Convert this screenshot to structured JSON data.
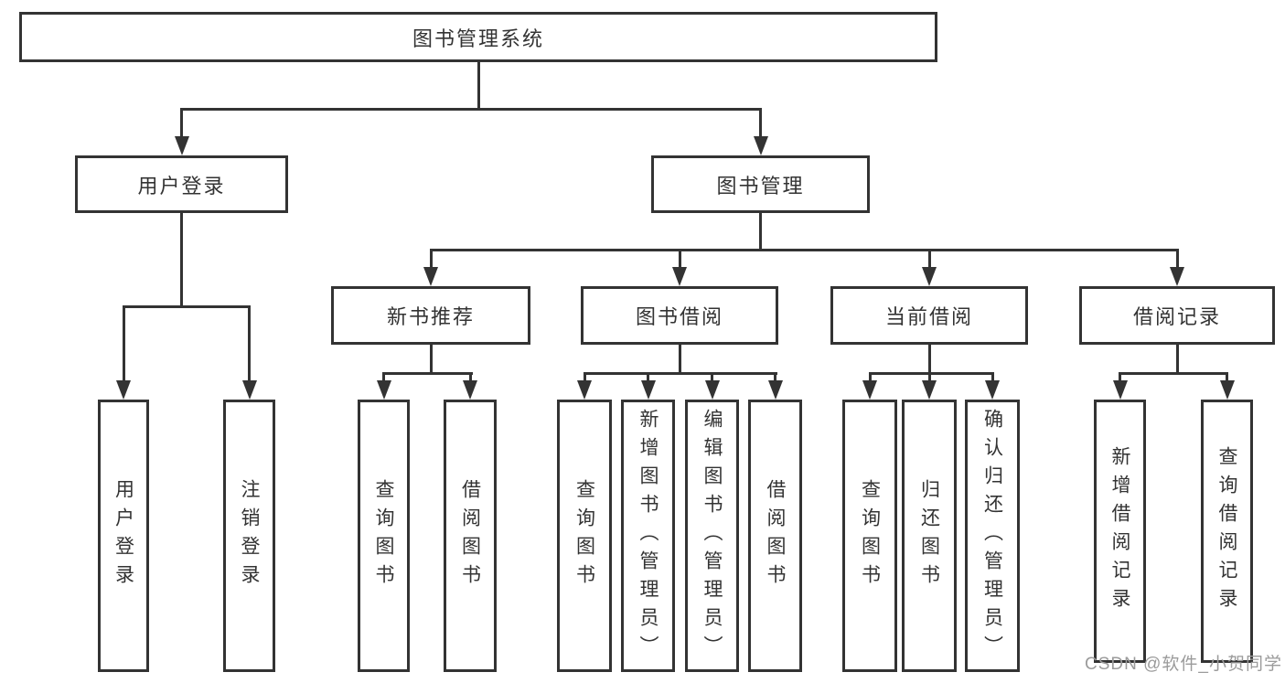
{
  "tree": {
    "root": "图书管理系统",
    "children": [
      {
        "label": "用户登录",
        "children": [
          {
            "label": "用户登录"
          },
          {
            "label": "注销登录"
          }
        ]
      },
      {
        "label": "图书管理",
        "children": [
          {
            "label": "新书推荐",
            "children": [
              {
                "label": "查询图书"
              },
              {
                "label": "借阅图书"
              }
            ]
          },
          {
            "label": "图书借阅",
            "children": [
              {
                "label": "查询图书"
              },
              {
                "label": "新增图书（管理员）"
              },
              {
                "label": "编辑图书（管理员）"
              },
              {
                "label": "借阅图书"
              }
            ]
          },
          {
            "label": "当前借阅",
            "children": [
              {
                "label": "查询图书"
              },
              {
                "label": "归还图书"
              },
              {
                "label": "确认归还（管理员）"
              }
            ]
          },
          {
            "label": "借阅记录",
            "children": [
              {
                "label": "新增借阅记录"
              },
              {
                "label": "查询借阅记录"
              }
            ]
          }
        ]
      }
    ]
  },
  "watermark": {
    "text": "CSDN @软件_小贺同学"
  },
  "colors": {
    "line": "#333333",
    "text": "#333333",
    "background": "#ffffff",
    "watermark": "#9b9b9b"
  }
}
